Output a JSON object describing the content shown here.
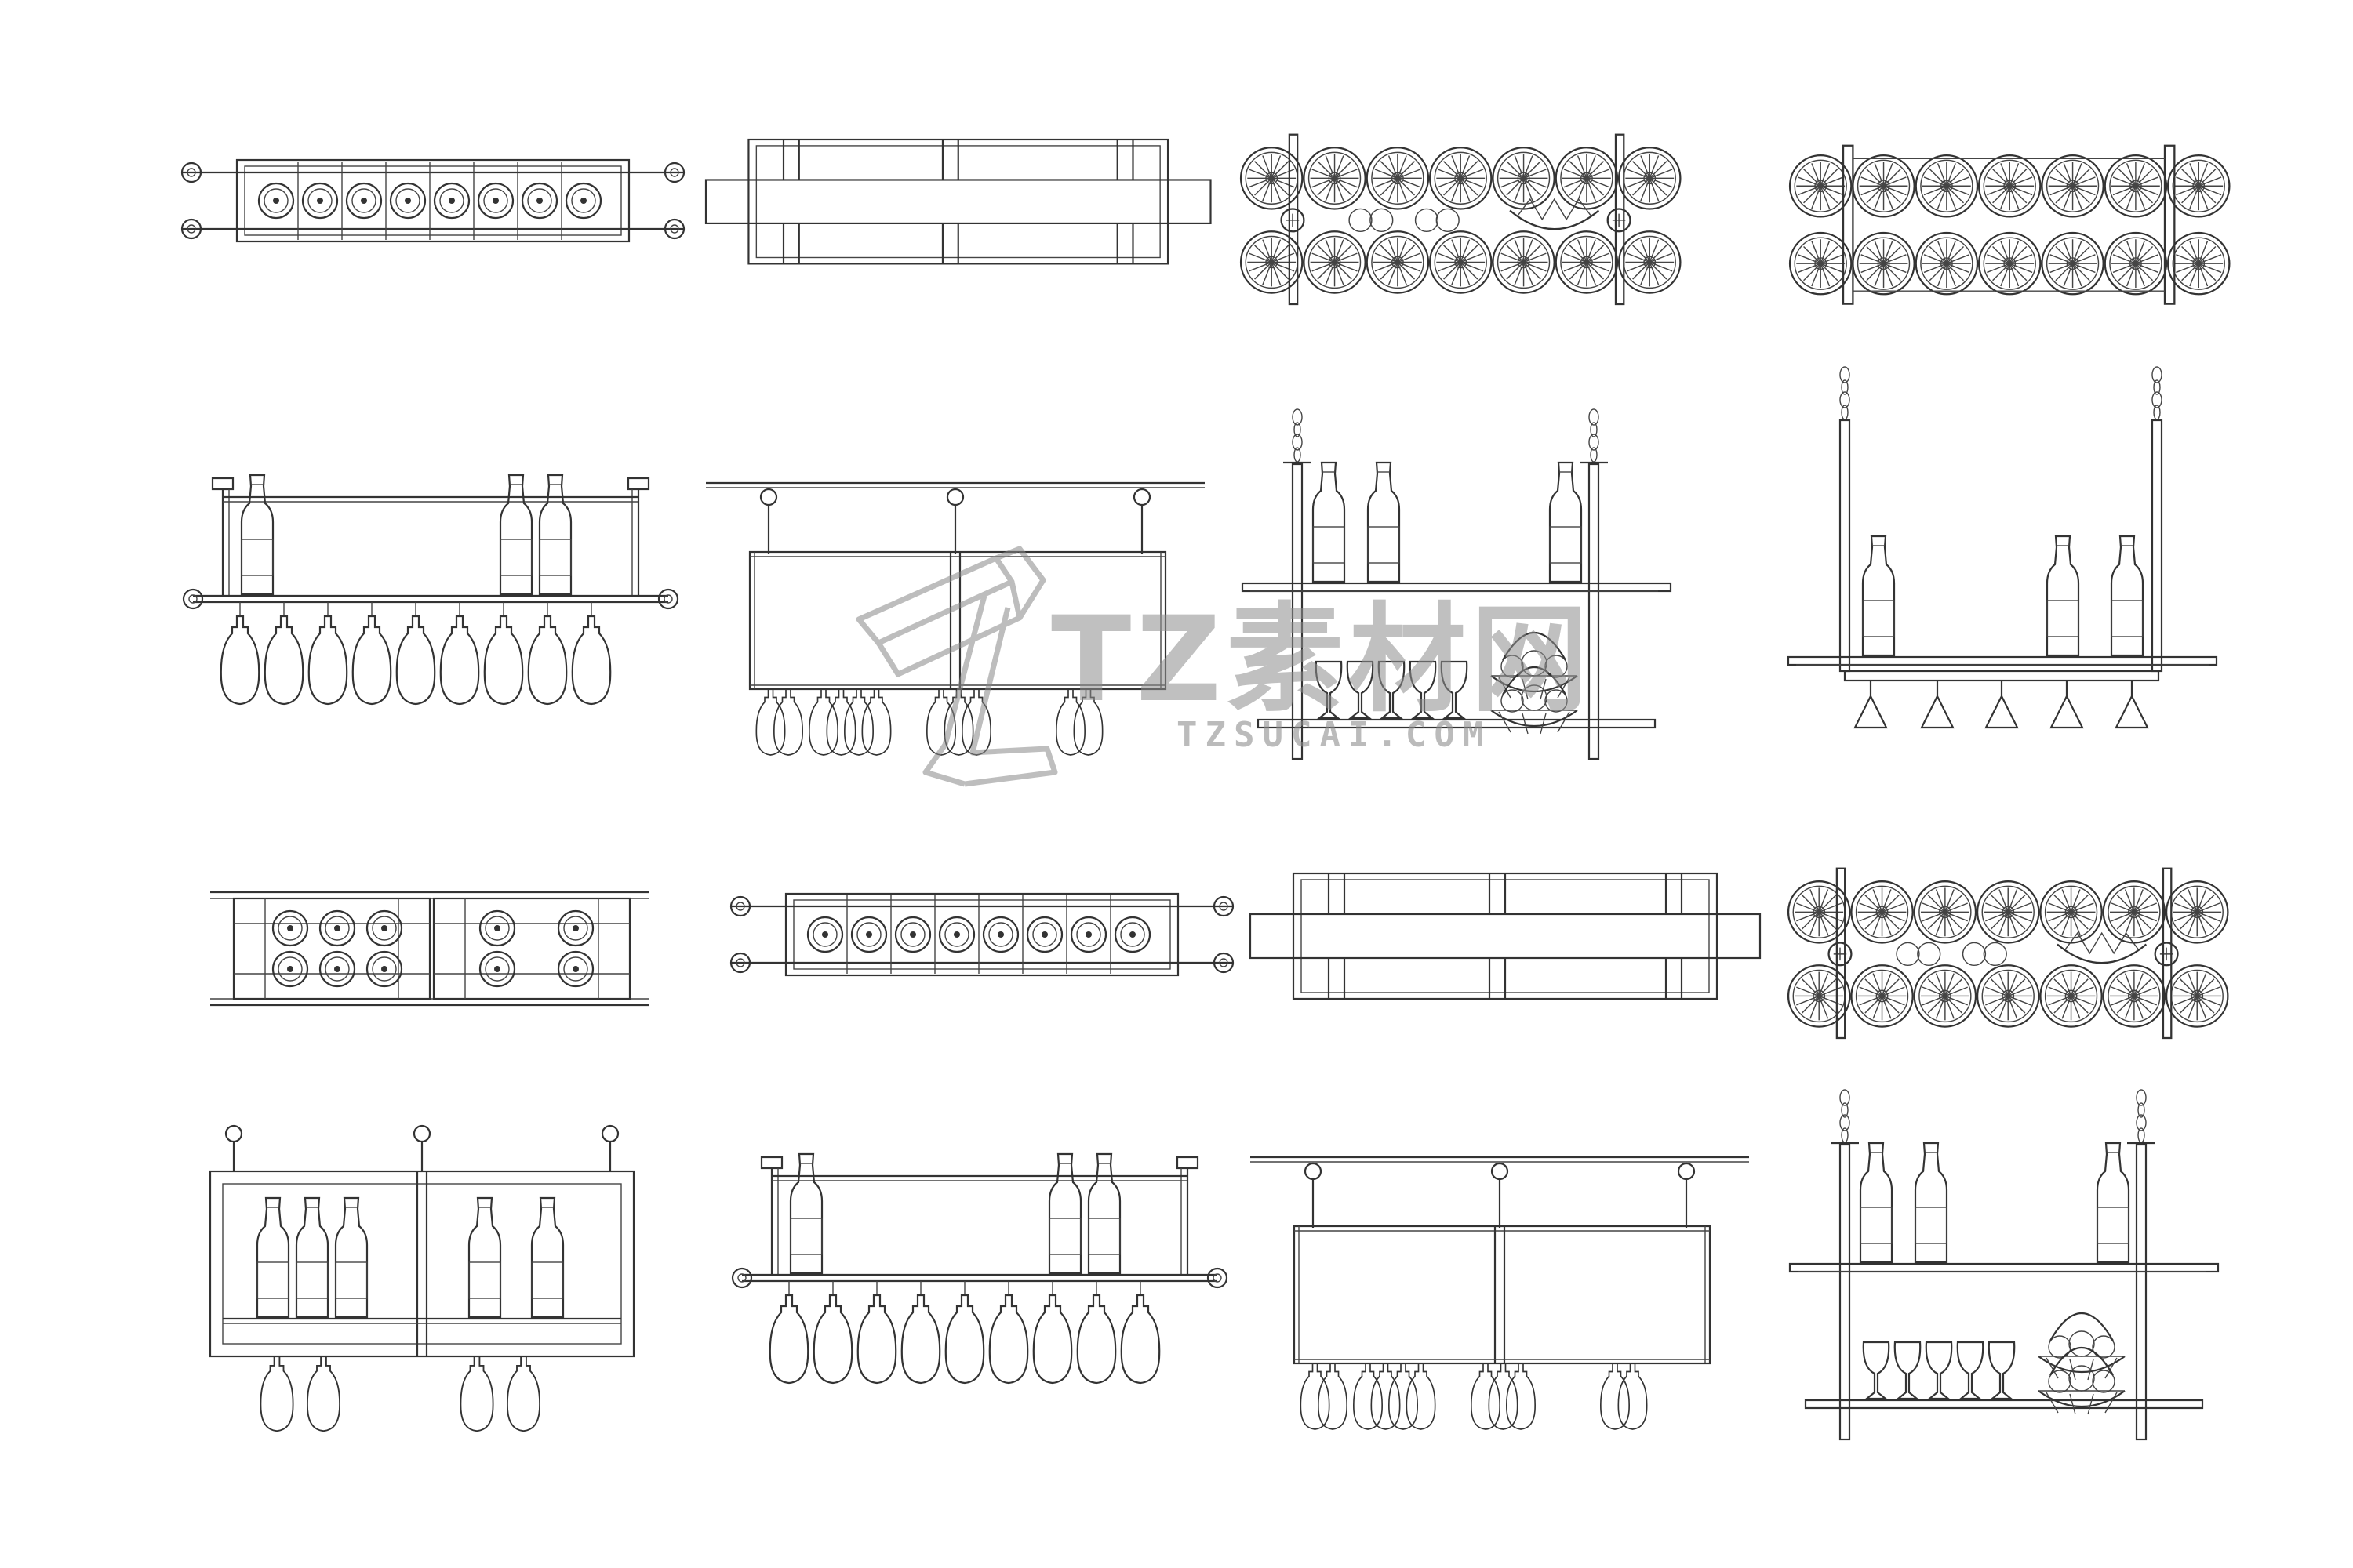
{
  "watermark": {
    "brand": "TZ素材网",
    "url": "TZSUCAI.COM"
  },
  "rows": [
    {
      "row": 1,
      "view": "plan",
      "items": [
        "roundel-rack-small",
        "shelf-plan",
        "wheel-grid-with-basket",
        "wheel-grid"
      ]
    },
    {
      "row": 2,
      "view": "elevation",
      "items": [
        "bottle-glass-rack",
        "panel-rack-glasses",
        "chain-shelf-with-basket",
        "chain-shelf-with-lamps"
      ]
    },
    {
      "row": 3,
      "view": "plan",
      "items": [
        "double-roundel-rack",
        "roundel-rack-small",
        "shelf-plan",
        "wheel-grid-with-basket"
      ]
    },
    {
      "row": 4,
      "view": "elevation",
      "items": [
        "framed-bottle-rack",
        "bottle-glass-rack",
        "panel-rack-glasses",
        "chain-shelf-with-basket"
      ]
    }
  ]
}
